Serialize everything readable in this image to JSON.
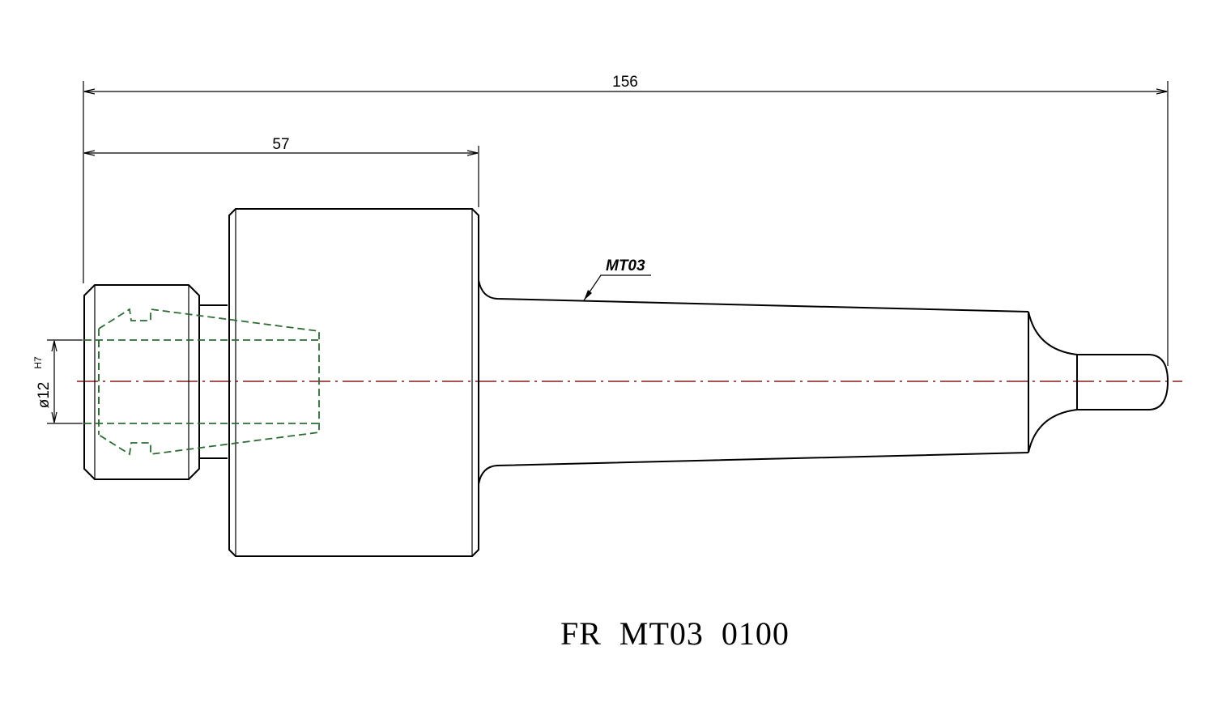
{
  "drawing": {
    "dimensions": {
      "overall_length": "156",
      "front_length": "57",
      "bore_diameter": "ø12",
      "bore_tolerance": "H7"
    },
    "taper_callout": "MT03",
    "part_code": "FR  MT03  0100",
    "colors": {
      "outline": "#000000",
      "hidden_lines": "#2e6b35",
      "center_line": "#8b1a1a"
    }
  }
}
